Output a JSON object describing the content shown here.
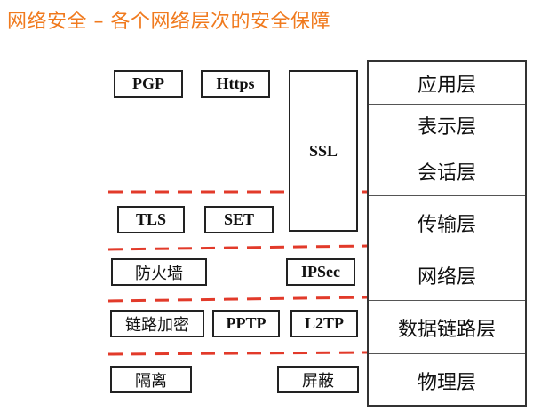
{
  "title": "网络安全 – 各个网络层次的安全保障",
  "layers": [
    {
      "id": "application",
      "label": "应用层"
    },
    {
      "id": "presentation",
      "label": "表示层"
    },
    {
      "id": "session",
      "label": "会话层"
    },
    {
      "id": "transport",
      "label": "传输层"
    },
    {
      "id": "network",
      "label": "网络层"
    },
    {
      "id": "datalink",
      "label": "数据链路层"
    },
    {
      "id": "physical",
      "label": "物理层"
    }
  ],
  "protocols": {
    "pgp": "PGP",
    "https": "Https",
    "ssl": "SSL",
    "tls": "TLS",
    "set": "SET",
    "firewall": "防火墙",
    "ipsec": "IPSec",
    "link_encryption": "链路加密",
    "pptp": "PPTP",
    "l2tp": "L2TP",
    "isolation": "隔离",
    "shielding": "屏蔽"
  },
  "colors": {
    "title": "#f07a1e",
    "divider": "#e23a2a",
    "border": "#222222"
  }
}
